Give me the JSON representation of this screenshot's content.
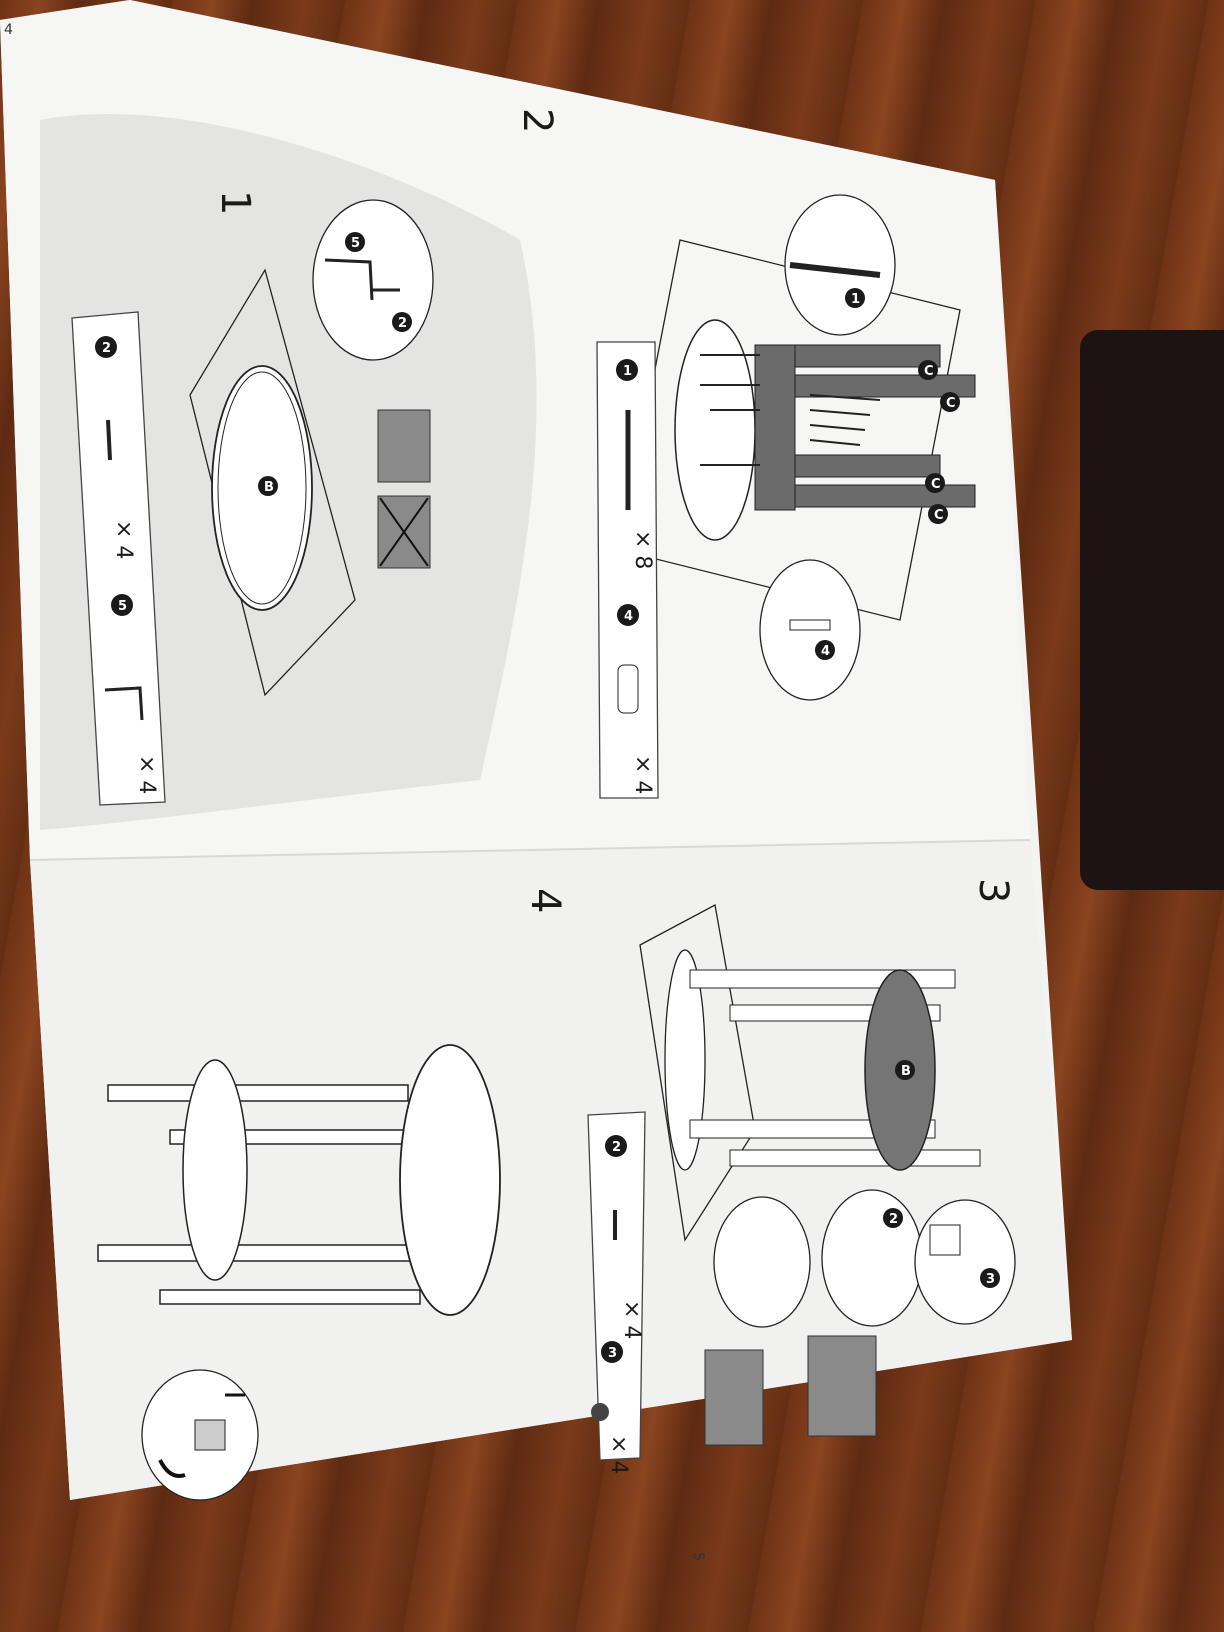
{
  "booklet": {
    "pages": [
      {
        "number": "4",
        "steps": [
          {
            "id": "1",
            "label": "1",
            "parts": [
              {
                "badge": "1",
                "icon": "long-bolt-icon",
                "count": "× 8"
              },
              {
                "badge": "4",
                "icon": "dowel-icon",
                "count": "× 4"
              }
            ]
          },
          {
            "id": "2",
            "label": "2",
            "parts": [
              {
                "badge": "2",
                "icon": "wood-screw-icon",
                "count": "× 4"
              },
              {
                "badge": "5",
                "icon": "l-bracket-icon",
                "count": "× 4"
              }
            ]
          }
        ]
      },
      {
        "number": "5",
        "steps": [
          {
            "id": "3",
            "label": "3",
            "parts": [
              {
                "badge": "2",
                "icon": "wood-screw-icon",
                "count": "× 4"
              },
              {
                "badge": "3",
                "icon": "leveling-foot-icon",
                "count": "× 4"
              }
            ]
          },
          {
            "id": "4",
            "label": "4",
            "parts": []
          }
        ]
      }
    ],
    "diagram_labels": {
      "leg": "C",
      "shelf": "B",
      "bolt": "1",
      "dowel": "4",
      "screw": "2",
      "bracket": "5",
      "foot": "3"
    }
  },
  "colors": {
    "paper": "#f4f4f2",
    "ink": "#1a1a1a",
    "leg_fill": "#6b6b6b",
    "floor": "#7a3a1a"
  }
}
